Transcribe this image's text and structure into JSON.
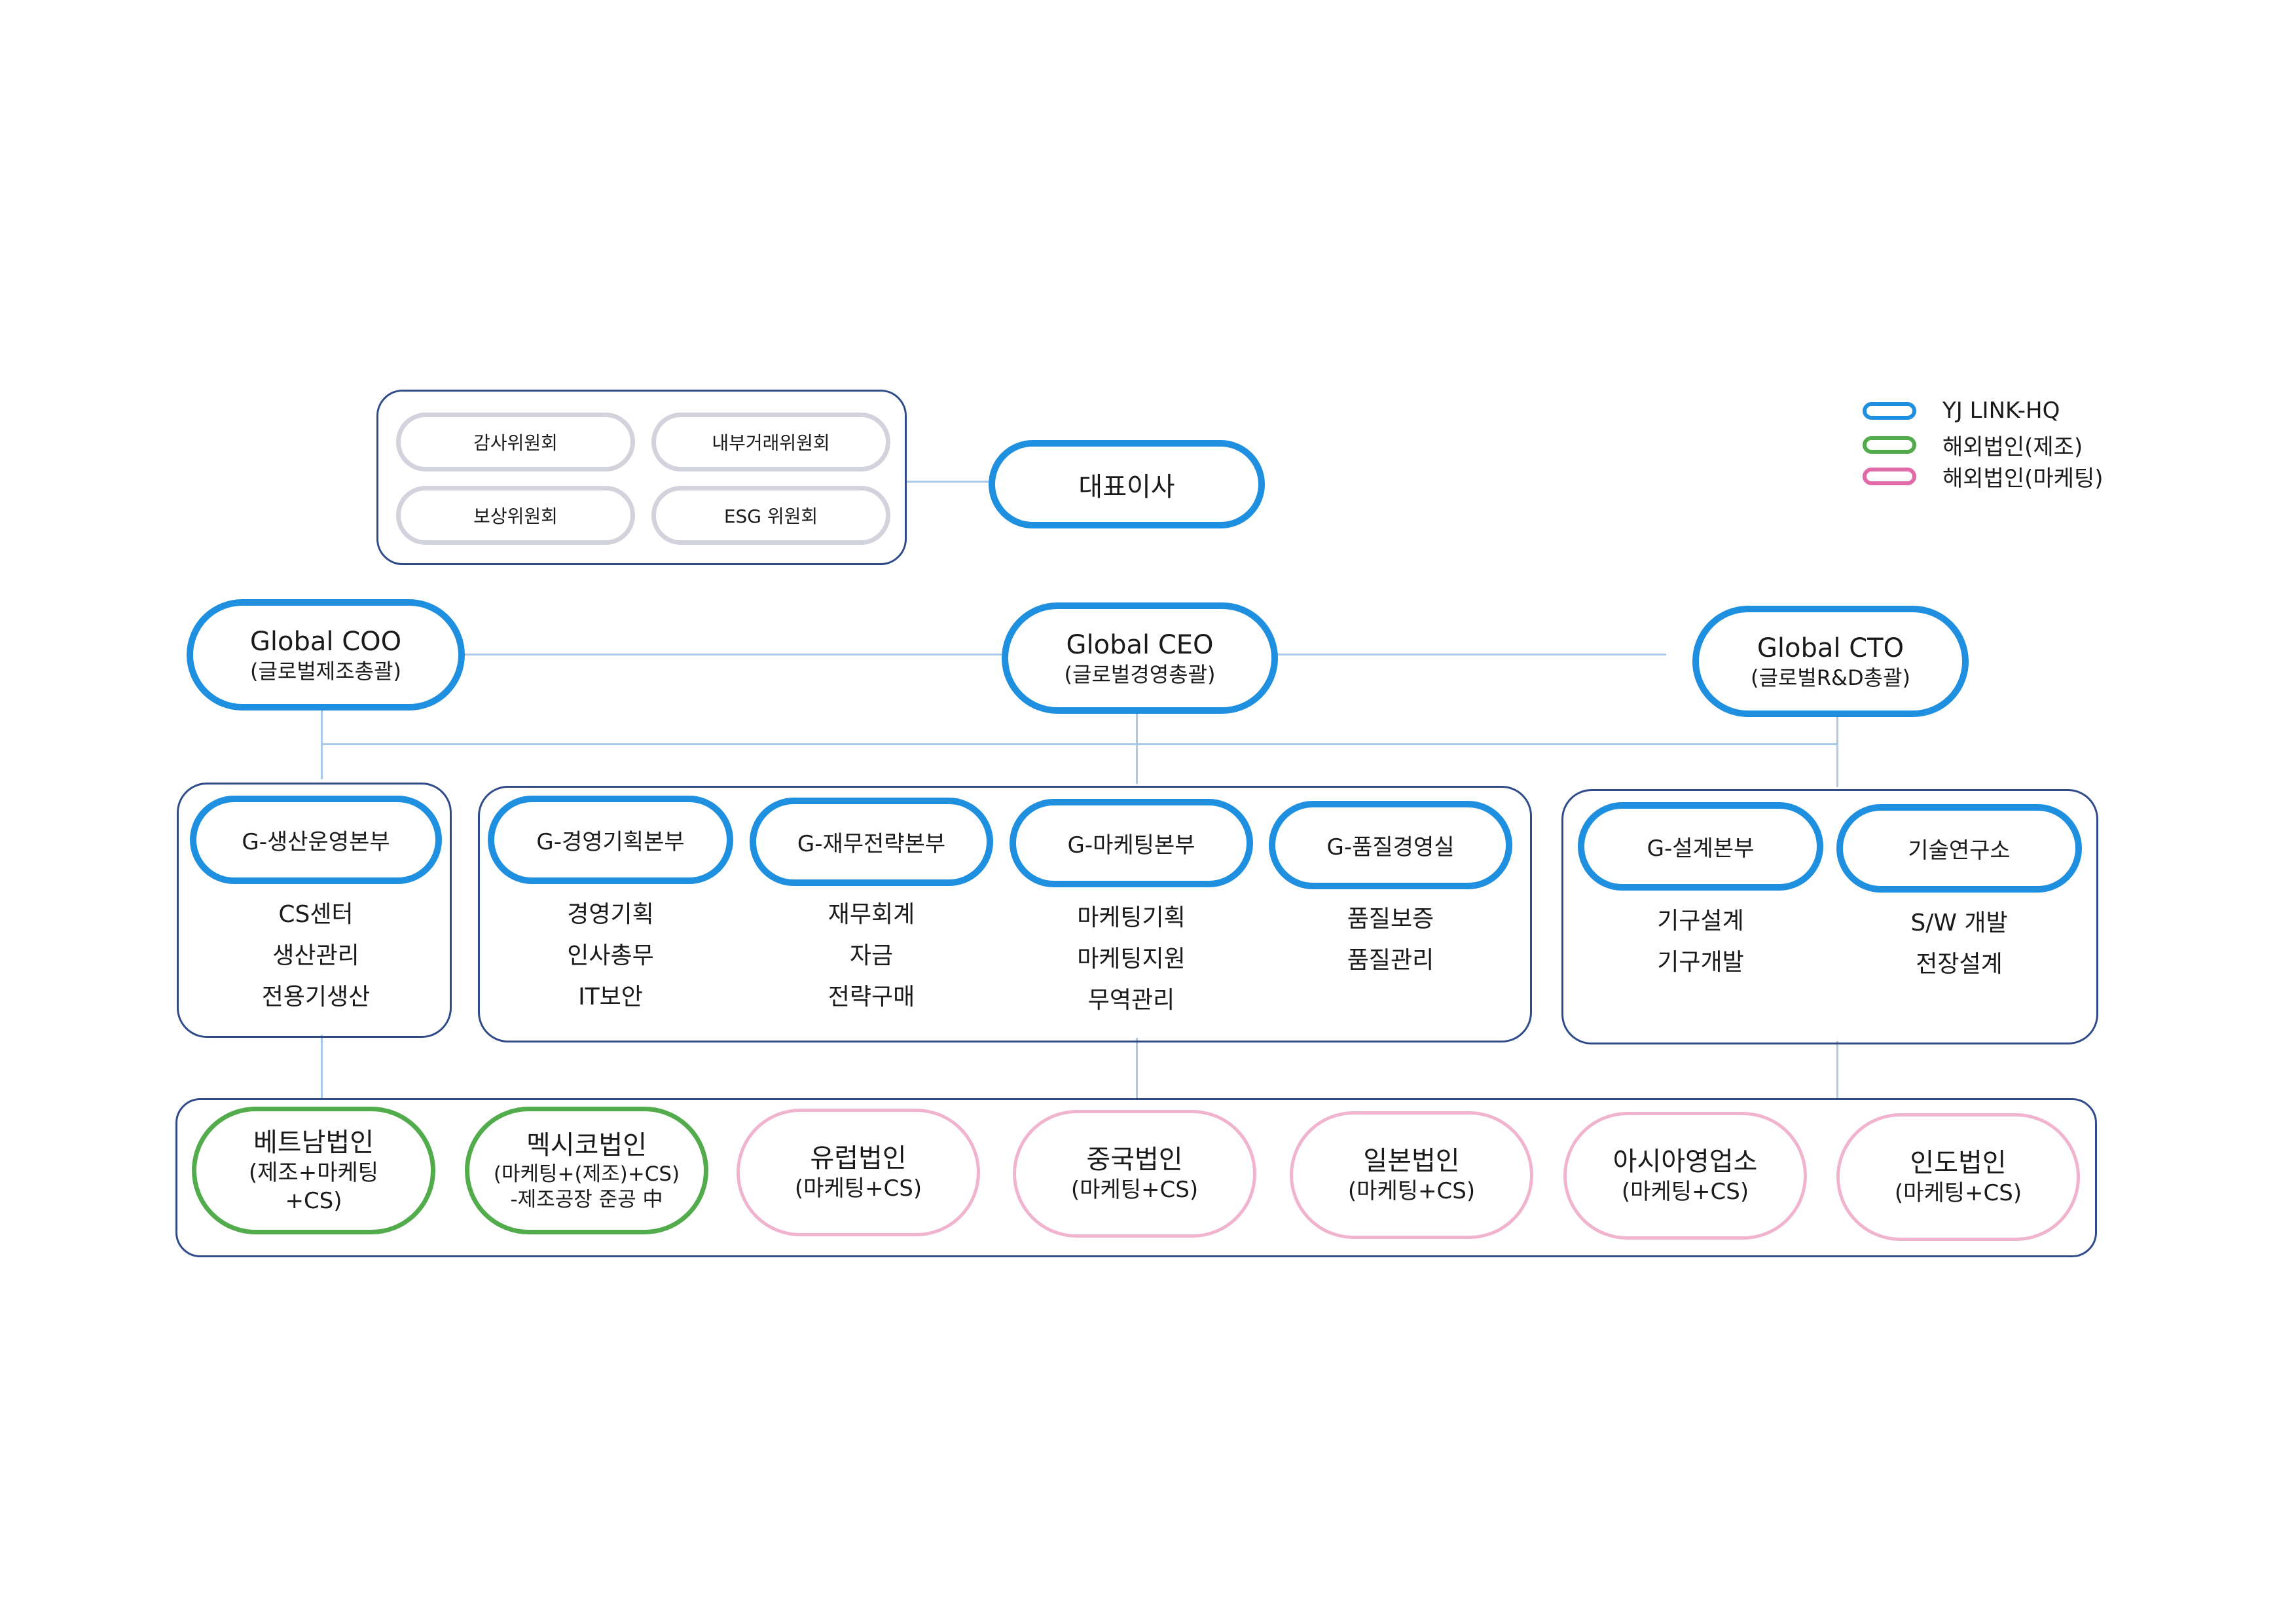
{
  "legend": [
    {
      "label": "YJ LINK-HQ",
      "color": "#1f8fe0"
    },
    {
      "label": "해외법인(제조)",
      "color": "#52ac4c"
    },
    {
      "label": "해외법인(마케팅)",
      "color": "#e36aa8"
    }
  ],
  "committees": [
    "감사위원회",
    "내부거래위원회",
    "보상위원회",
    "ESG 위원회"
  ],
  "ceo_board": "대표이사",
  "executives": [
    {
      "title": "Global COO",
      "subtitle": "(글로벌제조총괄)"
    },
    {
      "title": "Global CEO",
      "subtitle": "(글로벌경영총괄)"
    },
    {
      "title": "Global CTO",
      "subtitle": "(글로벌R&D총괄)"
    }
  ],
  "divisions": [
    {
      "name": "G-생산운영본부",
      "items": [
        "CS센터",
        "생산관리",
        "전용기생산"
      ]
    },
    {
      "name": "G-경영기획본부",
      "items": [
        "경영기획",
        "인사총무",
        "IT보안"
      ]
    },
    {
      "name": "G-재무전략본부",
      "items": [
        "재무회계",
        "자금",
        "전략구매"
      ]
    },
    {
      "name": "G-마케팅본부",
      "items": [
        "마케팅기획",
        "마케팅지원",
        "무역관리"
      ]
    },
    {
      "name": "G-품질경영실",
      "items": [
        "품질보증",
        "품질관리"
      ]
    },
    {
      "name": "G-설계본부",
      "items": [
        "기구설계",
        "기구개발"
      ]
    },
    {
      "name": "기술연구소",
      "items": [
        "S/W 개발",
        "전장설계"
      ]
    }
  ],
  "subsidiaries": [
    {
      "name": "베트남법인",
      "lines": [
        "(제조+마케팅",
        "+CS)"
      ],
      "type": "manufacturing"
    },
    {
      "name": "멕시코법인",
      "lines": [
        "(마케팅+(제조)+CS)",
        "-제조공장 준공 中"
      ],
      "type": "manufacturing"
    },
    {
      "name": "유럽법인",
      "lines": [
        "(마케팅+CS)"
      ],
      "type": "marketing"
    },
    {
      "name": "중국법인",
      "lines": [
        "(마케팅+CS)"
      ],
      "type": "marketing"
    },
    {
      "name": "일본법인",
      "lines": [
        "(마케팅+CS)"
      ],
      "type": "marketing"
    },
    {
      "name": "아시아영업소",
      "lines": [
        "(마케팅+CS)"
      ],
      "type": "marketing"
    },
    {
      "name": "인도법인",
      "lines": [
        "(마케팅+CS)"
      ],
      "type": "marketing"
    }
  ]
}
